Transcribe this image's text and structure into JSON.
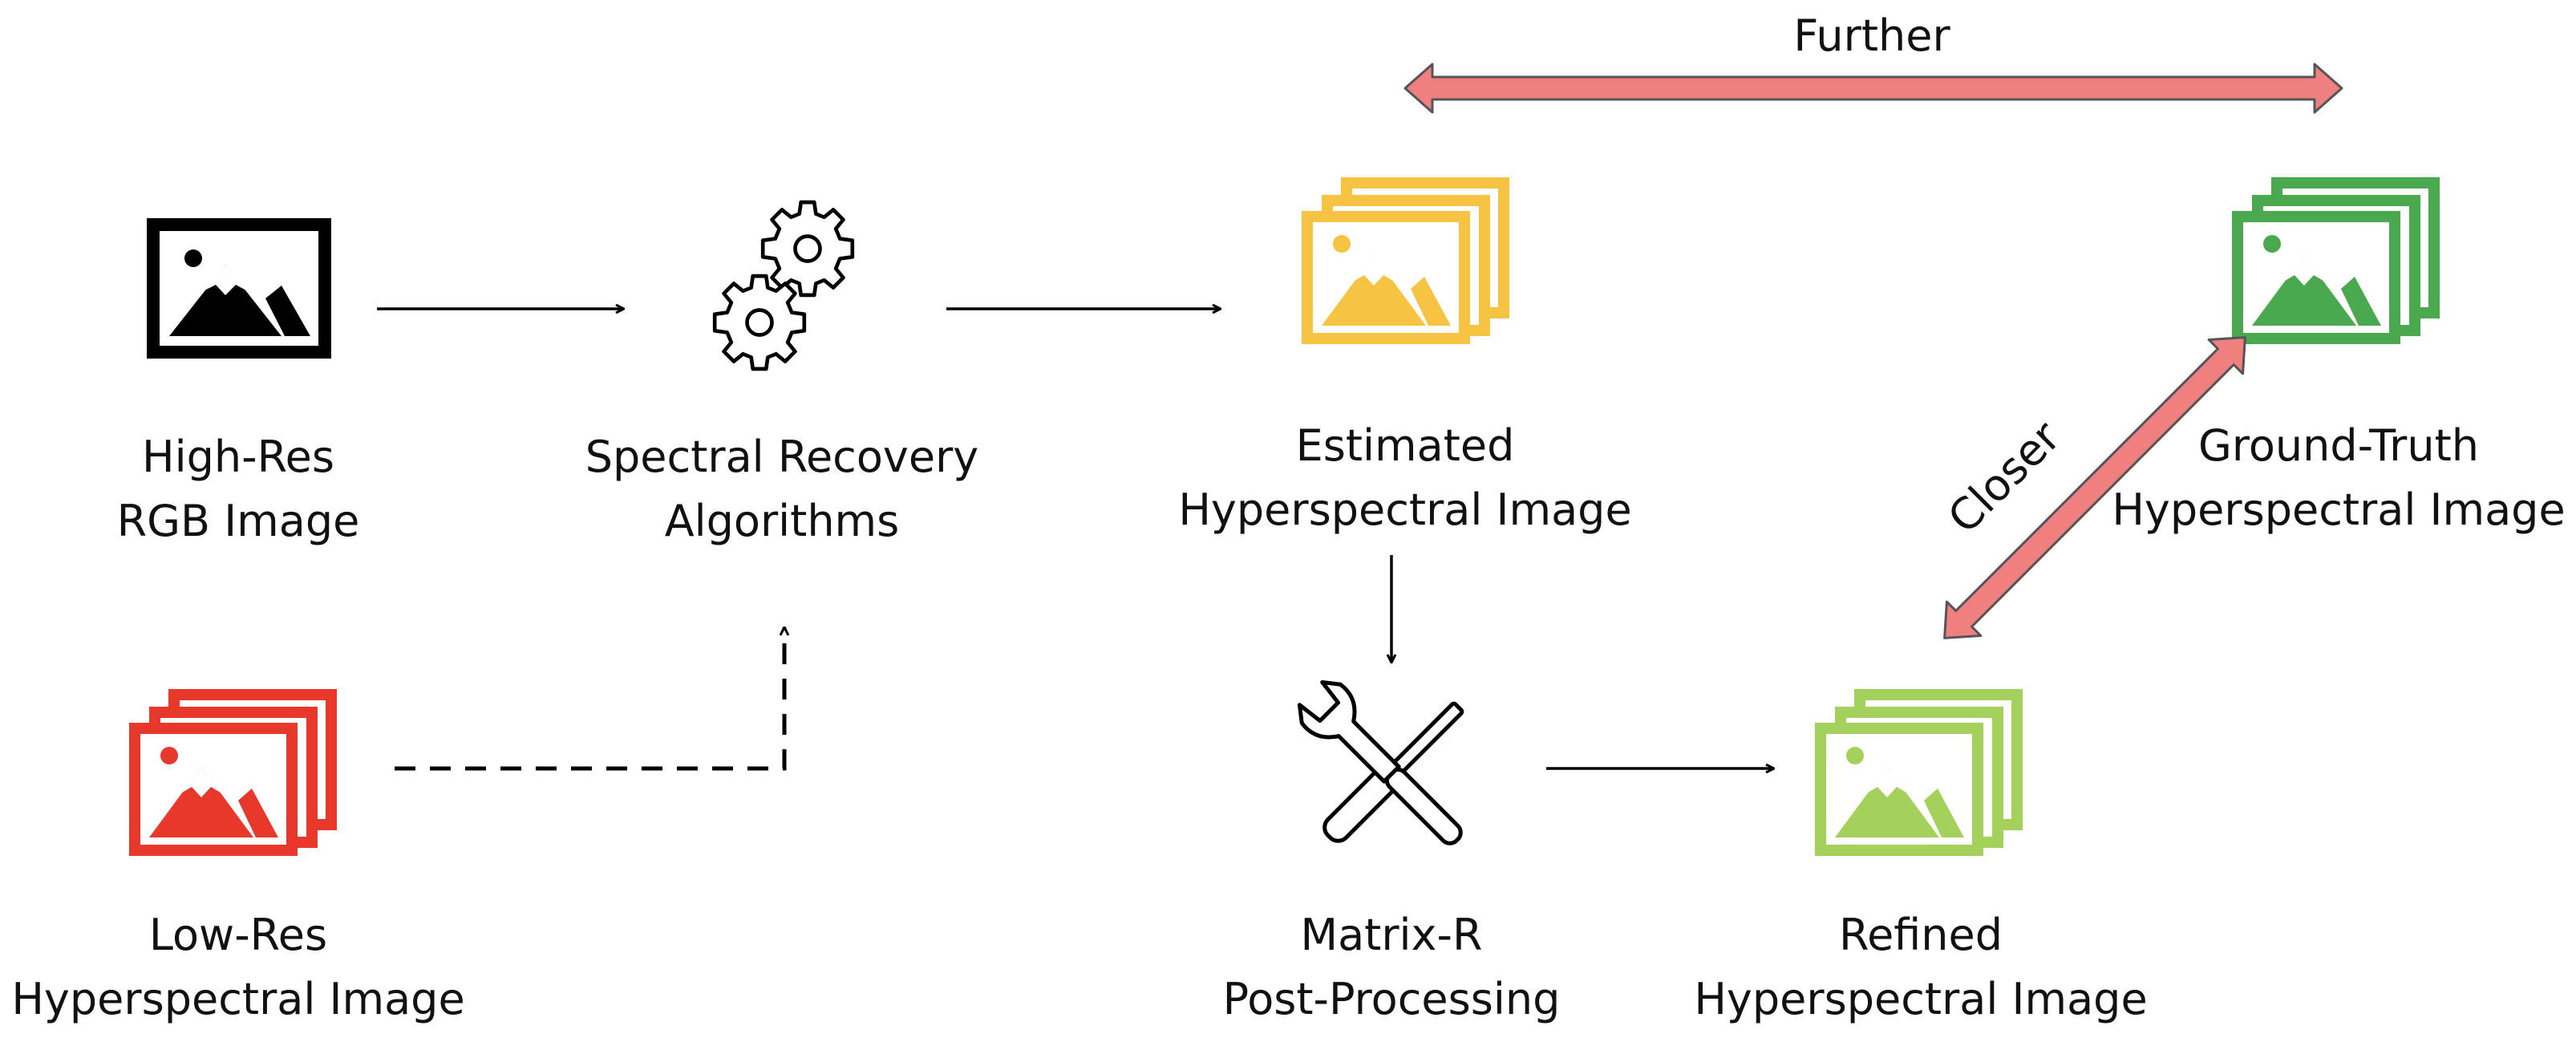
{
  "nodes": {
    "rgb": {
      "line1": "High-Res",
      "line2": "RGB Image",
      "icon": "image-icon",
      "color": "#000000"
    },
    "algo": {
      "line1": "Spectral Recovery",
      "line2": "Algorithms",
      "icon": "gears-icon",
      "color": "#000000"
    },
    "lowres": {
      "line1": "Low-Res",
      "line2": "Hyperspectral Image",
      "icon": "image-stack-icon",
      "color": "#e8382b"
    },
    "estimated": {
      "line1": "Estimated",
      "line2": "Hyperspectral Image",
      "icon": "image-stack-icon",
      "color": "#f6c342"
    },
    "groundtruth": {
      "line1": "Ground-Truth",
      "line2": "Hyperspectral Image",
      "icon": "image-stack-icon",
      "color": "#4aa84f"
    },
    "matrix": {
      "line1": "Matrix-R",
      "line2": "Post-Processing",
      "icon": "tools-icon",
      "color": "#000000"
    },
    "refined": {
      "line1": "Refined",
      "line2": "Hyperspectral Image",
      "icon": "image-stack-icon",
      "color": "#a4d15c"
    }
  },
  "relations": {
    "further": "Further",
    "closer": "Closer",
    "arrow_color": "#f08080"
  }
}
